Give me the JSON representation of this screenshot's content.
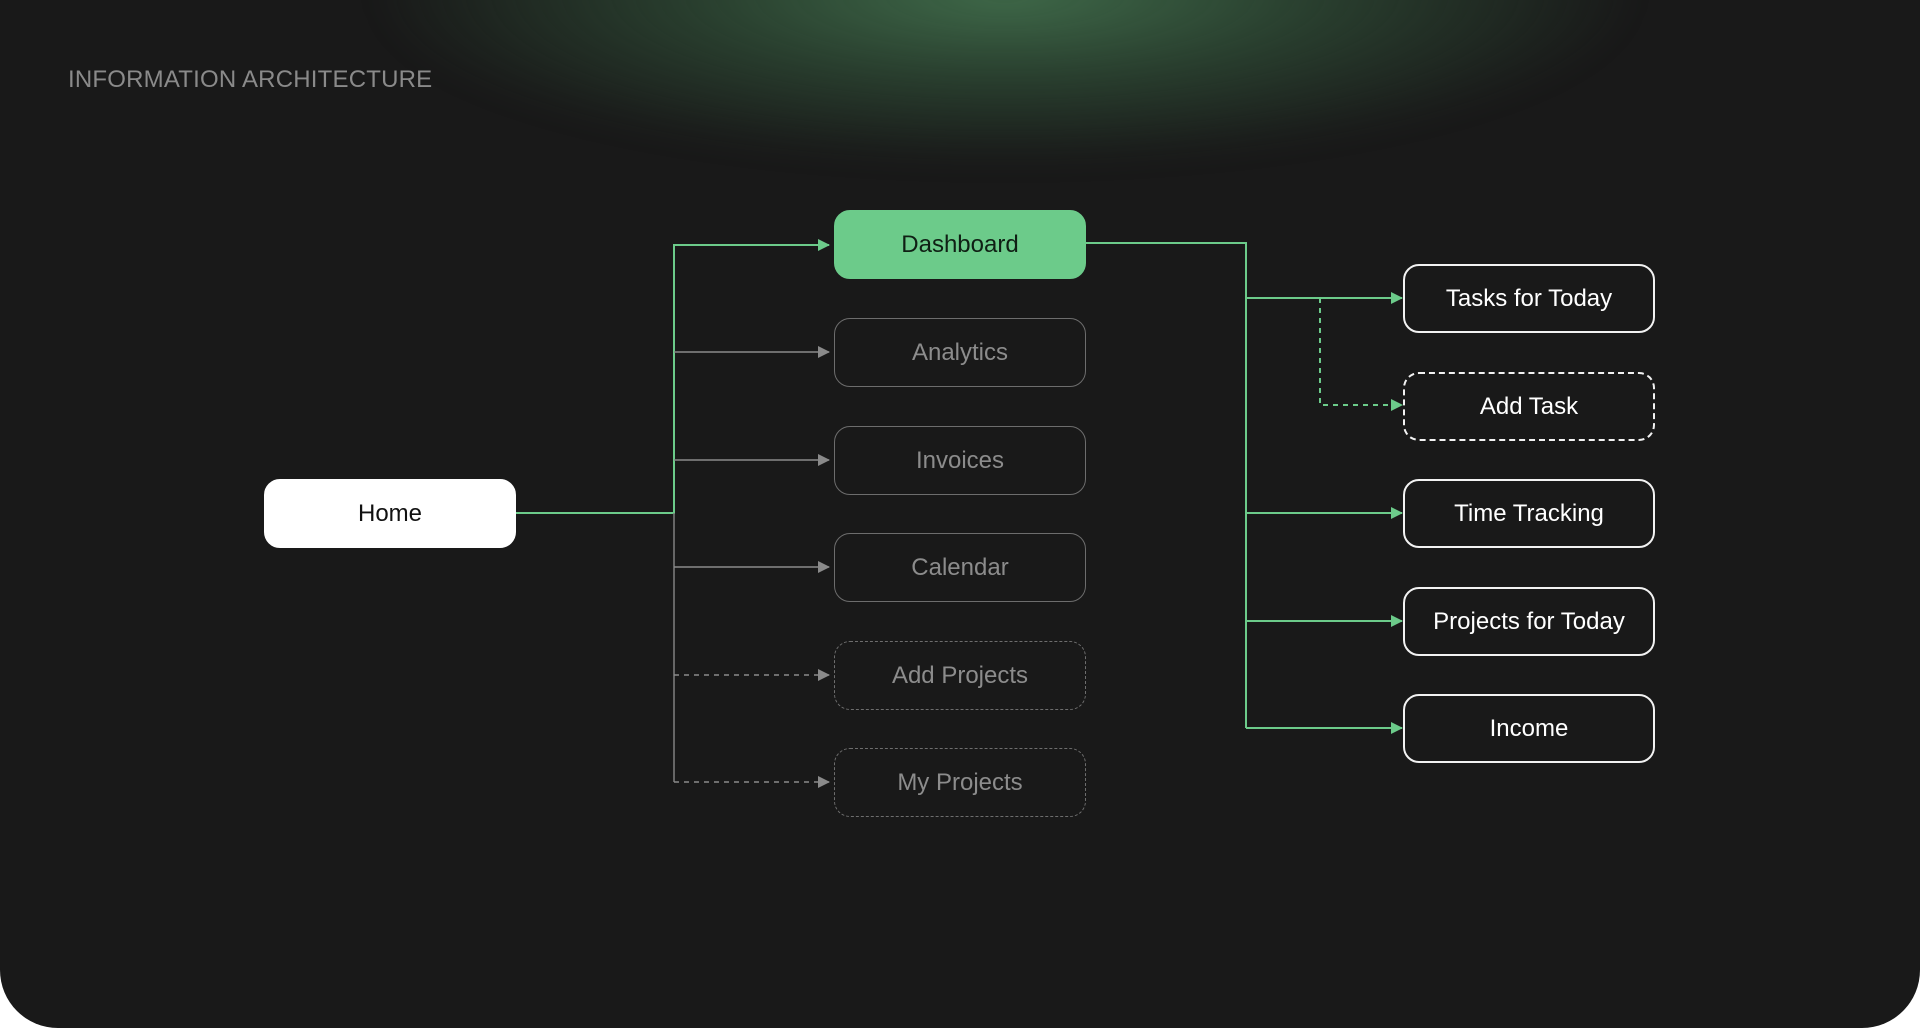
{
  "heading": "INFORMATION ARCHITECTURE",
  "colors": {
    "background": "#191919",
    "accent": "#6ccb8a",
    "muted": "#6d6d6d",
    "text_light": "#ffffff"
  },
  "nodes": {
    "home": "Home",
    "dashboard": "Dashboard",
    "analytics": "Analytics",
    "invoices": "Invoices",
    "calendar": "Calendar",
    "add_projects": "Add Projects",
    "my_projects": "My Projects",
    "tasks_for_today": "Tasks for Today",
    "add_task": "Add Task",
    "time_tracking": "Time Tracking",
    "projects_for_today": "Projects for Today",
    "income": "Income"
  }
}
